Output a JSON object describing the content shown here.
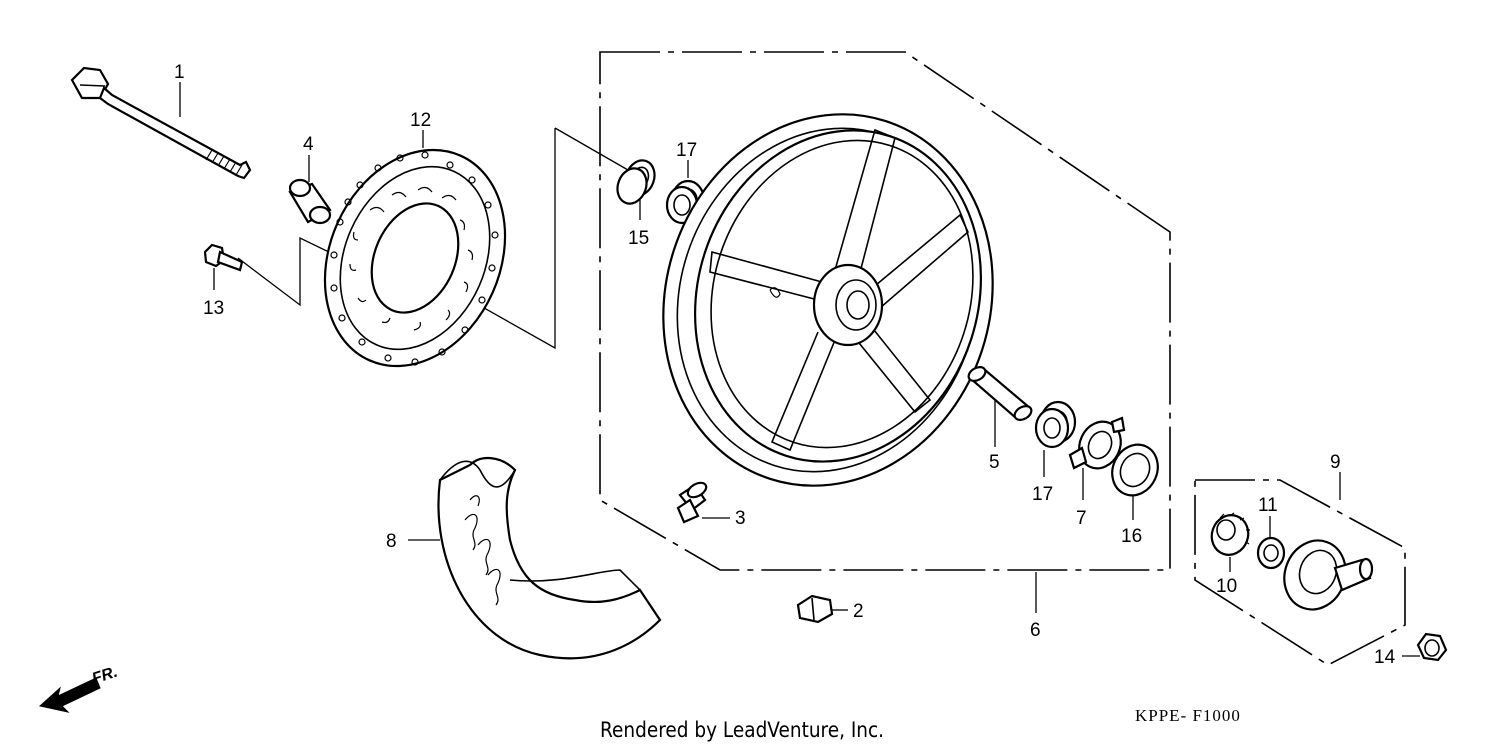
{
  "diagram": {
    "callouts": {
      "p1": "1",
      "p2": "2",
      "p3": "3",
      "p4": "4",
      "p5": "5",
      "p6": "6",
      "p7": "7",
      "p8": "8",
      "p9": "9",
      "p10": "10",
      "p11": "11",
      "p12": "12",
      "p13": "13",
      "p14": "14",
      "p15": "15",
      "p17a": "17",
      "p17b": "17",
      "p16": "16"
    },
    "front_marker": "FR.",
    "drawing_code": "KPPE- F1000",
    "credit": "Rendered by LeadVenture, Inc.",
    "icons": [
      "front-direction-arrow-icon"
    ]
  }
}
